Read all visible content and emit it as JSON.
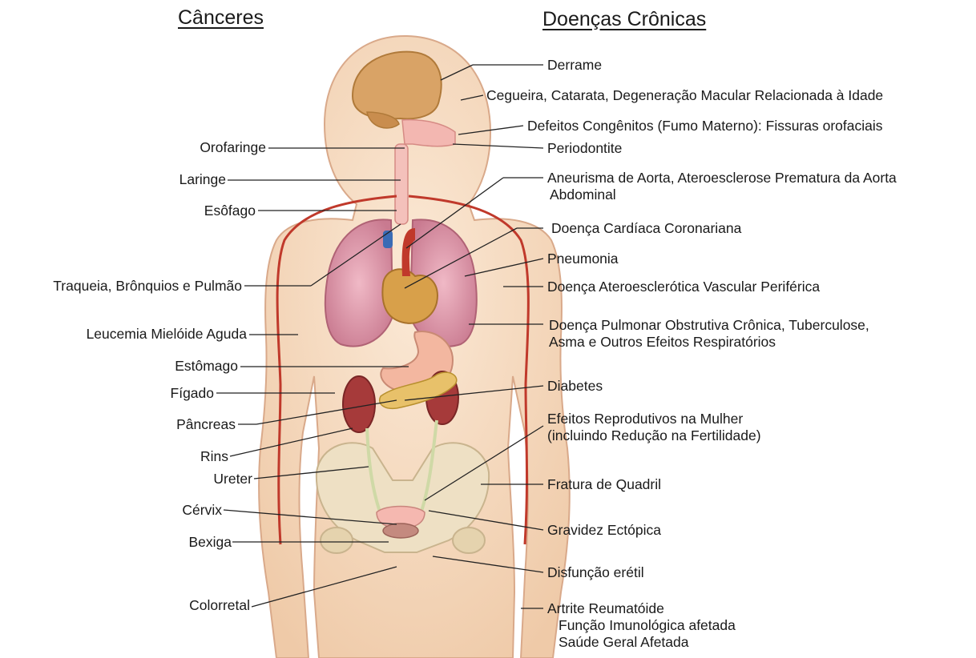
{
  "headings": {
    "cancers": "Cânceres",
    "chronic": "Doenças Crônicas"
  },
  "cancers": [
    "Orofaringe",
    "Laringe",
    "Esôfago",
    "Traqueia, Brônquios e Pulmão",
    "Leucemia Mielóide Aguda",
    "Estômago",
    "Fígado",
    "Pâncreas",
    "Rins",
    "Ureter",
    "Cérvix",
    "Bexiga",
    "Colorretal"
  ],
  "chronic": [
    {
      "line1": "Derrame"
    },
    {
      "line1": "Cegueira, Catarata, Degeneração Macular Relacionada à Idade"
    },
    {
      "line1": "Defeitos Congênitos (Fumo Materno): Fissuras orofaciais"
    },
    {
      "line1": "Periodontite"
    },
    {
      "line1": "Aneurisma de Aorta, Ateroesclerose Prematura da Aorta",
      "line2": "Abdominal"
    },
    {
      "line1": "Doença Cardíaca Coronariana"
    },
    {
      "line1": "Pneumonia"
    },
    {
      "line1": "Doença Ateroesclerótica Vascular Periférica"
    },
    {
      "line1": "Doença Pulmonar Obstrutiva Crônica, Tuberculose,",
      "line2": "Asma e Outros Efeitos Respiratórios"
    },
    {
      "line1": "Diabetes"
    },
    {
      "line1": "Efeitos Reprodutivos na Mulher",
      "line2": "(incluindo Redução na Fertilidade)"
    },
    {
      "line1": "Fratura de Quadril"
    },
    {
      "line1": "Gravidez Ectópica"
    },
    {
      "line1": "Disfunção erétil"
    },
    {
      "line1": "Artrite Reumatóide",
      "line2": "Função Imunológica afetada",
      "line3": "Saúde Geral Afetada"
    }
  ],
  "colors": {
    "skin": "#f6dcc2",
    "skin_outline": "#d9a98a",
    "artery": "#c0392b",
    "lung": "#d993a6",
    "brain": "#d9a366",
    "kidney": "#a63a3a",
    "bone": "#eee0c4",
    "leader": "#222222"
  }
}
